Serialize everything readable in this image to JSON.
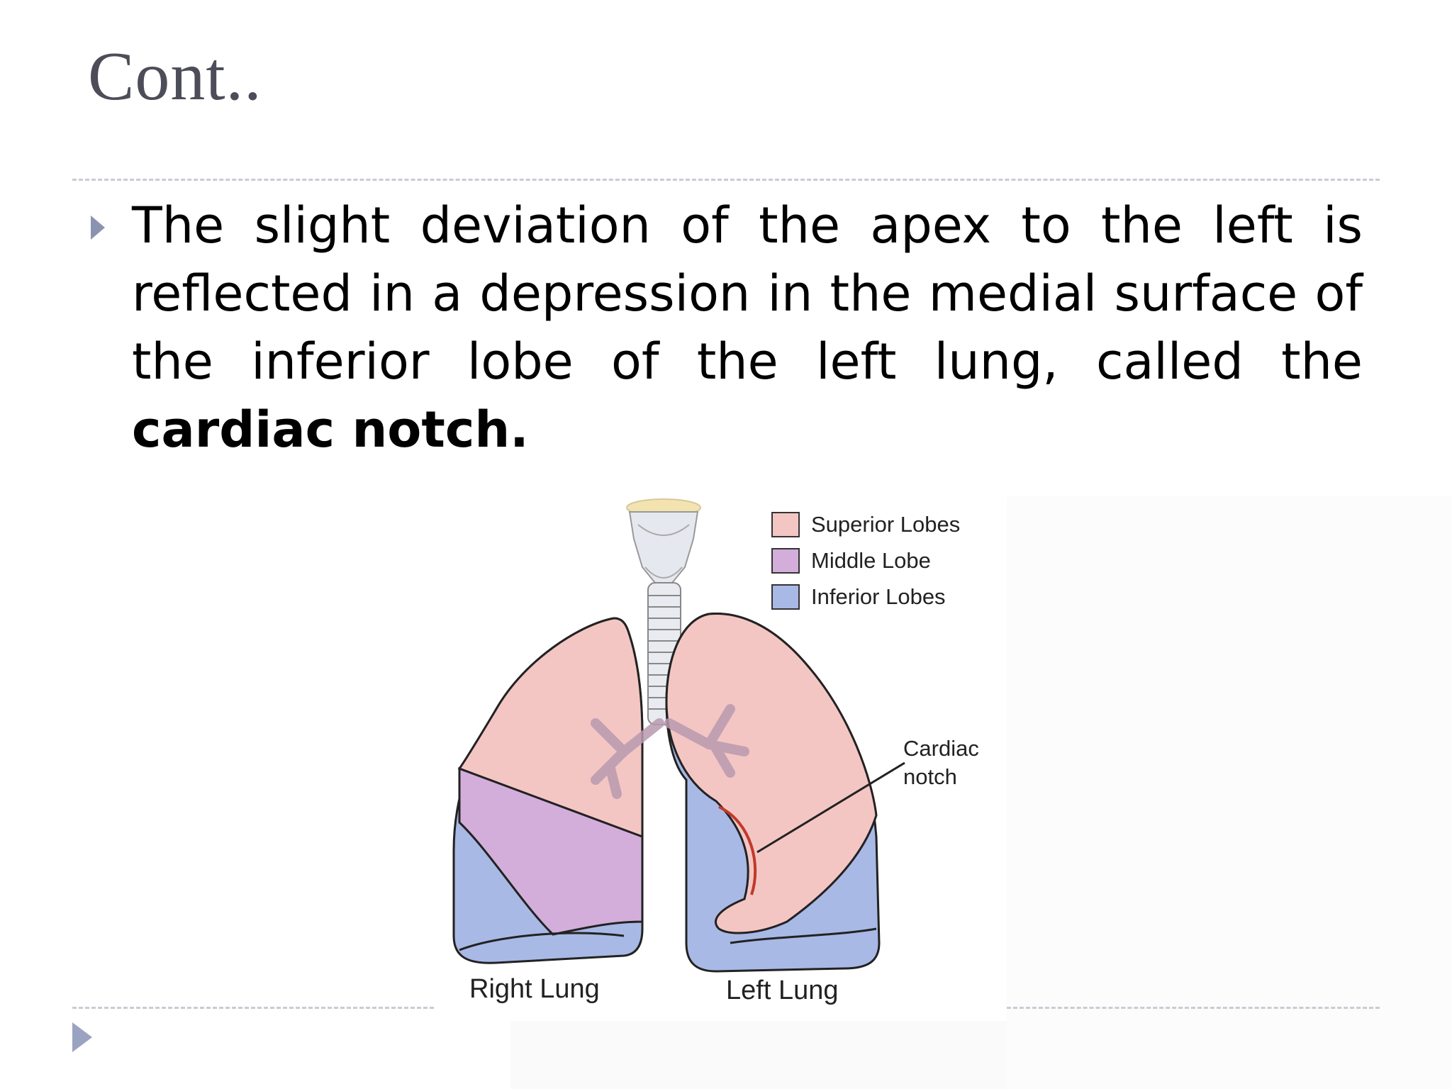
{
  "slide": {
    "title": "Cont..",
    "bullet": {
      "text_before": "The slight deviation of the apex to the left is reflected in a depression in the medial surface of the inferior lobe of the left lung, called the ",
      "text_bold": "cardiac notch."
    }
  },
  "diagram": {
    "legend": [
      {
        "label": "Superior Lobes",
        "color": "#f4c6c3"
      },
      {
        "label": "Middle Lobe",
        "color": "#d3aedb"
      },
      {
        "label": "Inferior Lobes",
        "color": "#a9b9e6"
      }
    ],
    "labels": {
      "right_lung": "Right Lung",
      "left_lung": "Left Lung",
      "cardiac_notch_line1": "Cardiac",
      "cardiac_notch_line2": "notch"
    }
  },
  "icons": {
    "bullet": "triangle-bullet-icon",
    "navigation": "next-slide-arrow-icon"
  }
}
